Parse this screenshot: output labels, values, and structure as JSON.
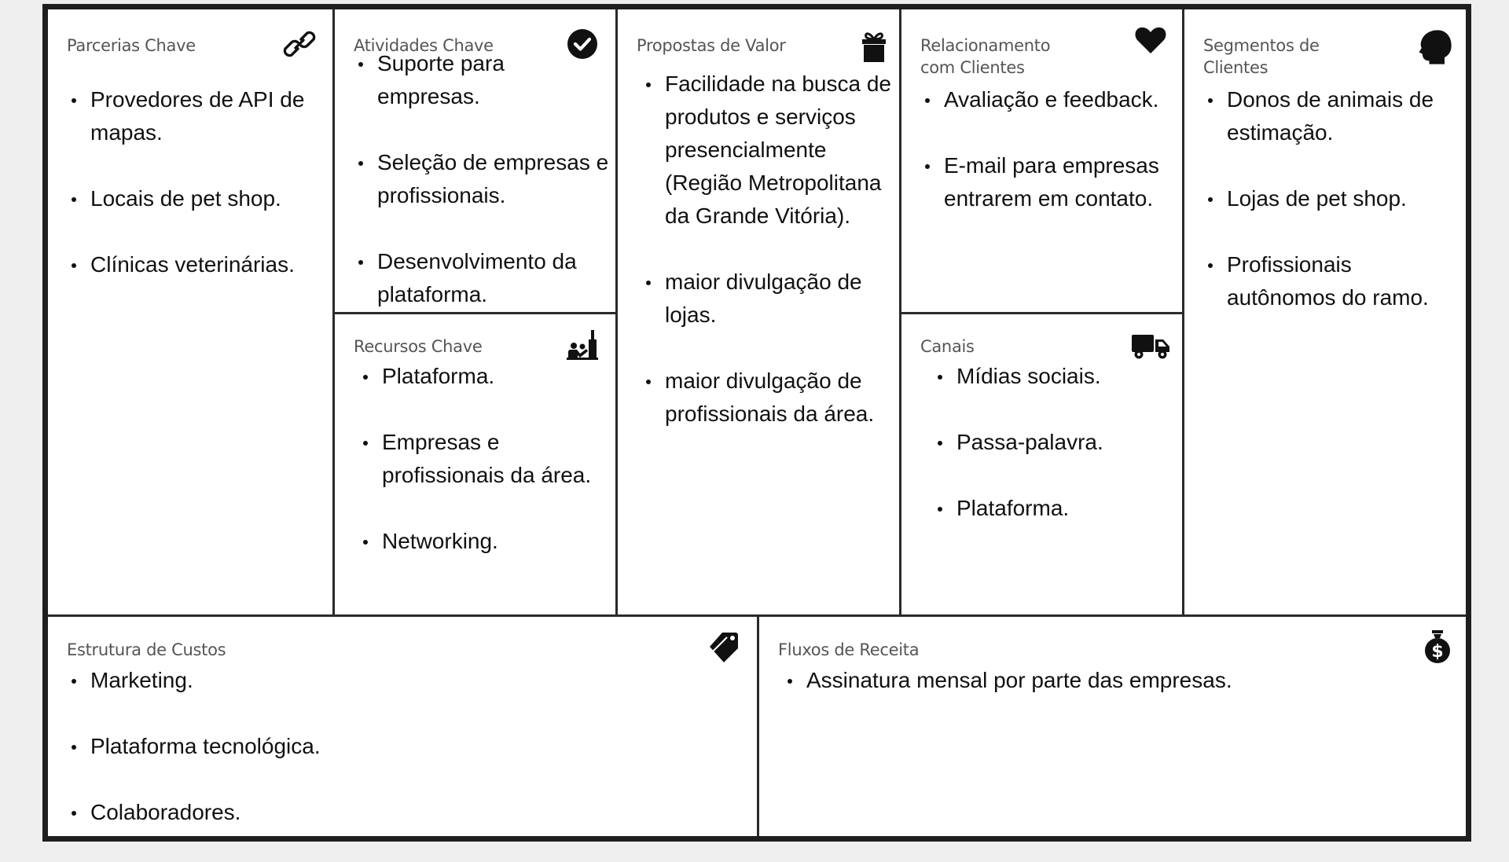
{
  "canvas": {
    "partners": {
      "title": "Parcerias Chave",
      "icon": "link-icon",
      "items": [
        "Provedores de API de mapas.",
        "Locais de pet shop.",
        "Clínicas veterinárias."
      ]
    },
    "activities": {
      "title": "Atividades Chave",
      "icon": "checkmark-icon",
      "items": [
        "Suporte para empresas.",
        "Seleção de empresas e profissionais.",
        "Desenvolvimento da plataforma."
      ]
    },
    "resources": {
      "title": "Recursos Chave",
      "icon": "factory-workers-icon",
      "items": [
        "Plataforma.",
        "Empresas e profissionais da área.",
        "Networking."
      ]
    },
    "value": {
      "title": "Propostas de Valor",
      "icon": "gift-icon",
      "items": [
        "Facilidade na busca de produtos e serviços presencialmente (Região Metropolitana da Grande Vitória).",
        "maior divulgação de lojas.",
        "maior divulgação de profissionais da área."
      ]
    },
    "relationships": {
      "title_line1": "Relacionamento",
      "title_line2": "com Clientes",
      "icon": "heart-icon",
      "items": [
        "Avaliação e feedback.",
        "E-mail para empresas entrarem em contato."
      ]
    },
    "channels": {
      "title": "Canais",
      "icon": "truck-icon",
      "items": [
        "Mídias sociais.",
        "Passa-palavra.",
        "Plataforma."
      ]
    },
    "segments": {
      "title_line1": "Segmentos de",
      "title_line2": "Clientes",
      "icon": "head-profile-icon",
      "items": [
        "Donos de animais de estimação.",
        "Lojas de pet shop.",
        "Profissionais autônomos do ramo."
      ]
    },
    "costs": {
      "title": "Estrutura de Custos",
      "icon": "price-tag-icon",
      "items": [
        "Marketing.",
        "Plataforma tecnológica.",
        "Colaboradores."
      ]
    },
    "revenue": {
      "title": "Fluxos de Receita",
      "icon": "money-bag-icon",
      "items": [
        "Assinatura mensal por parte das empresas."
      ]
    }
  }
}
